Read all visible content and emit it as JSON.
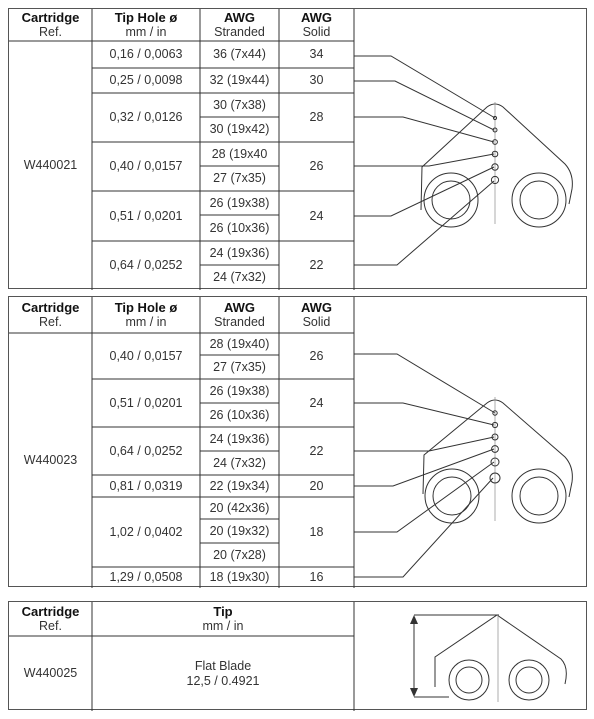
{
  "tables": [
    {
      "headers": {
        "cartridge": {
          "title": "Cartridge",
          "sub": "Ref."
        },
        "tip_hole": {
          "title": "Tip Hole ø",
          "sub": "mm / in"
        },
        "awg_stranded": {
          "title": "AWG",
          "sub": "Stranded"
        },
        "awg_solid": {
          "title": "AWG",
          "sub": "Solid"
        }
      },
      "ref": "W440021",
      "groups": [
        {
          "tip": "0,16 / 0,0063",
          "stranded": [
            "36 (7x44)"
          ],
          "solid": "34"
        },
        {
          "tip": "0,25 / 0,0098",
          "stranded": [
            "32 (19x44)"
          ],
          "solid": "30"
        },
        {
          "tip": "0,32 / 0,0126",
          "stranded": [
            "30 (7x38)",
            "30 (19x42)"
          ],
          "solid": "28"
        },
        {
          "tip": "0,40 / 0,0157",
          "stranded": [
            "28 (19x40",
            "27 (7x35)"
          ],
          "solid": "26"
        },
        {
          "tip": "0,51 / 0,0201",
          "stranded": [
            "26 (19x38)",
            "26 (10x36)"
          ],
          "solid": "24"
        },
        {
          "tip": "0,64 / 0,0252",
          "stranded": [
            "24 (19x36)",
            "24 (7x32)"
          ],
          "solid": "22"
        }
      ]
    },
    {
      "headers": {
        "cartridge": {
          "title": "Cartridge",
          "sub": "Ref."
        },
        "tip_hole": {
          "title": "Tip Hole ø",
          "sub": "mm / in"
        },
        "awg_stranded": {
          "title": "AWG",
          "sub": "Stranded"
        },
        "awg_solid": {
          "title": "AWG",
          "sub": "Solid"
        }
      },
      "ref": "W440023",
      "groups": [
        {
          "tip": "0,40 / 0,0157",
          "stranded": [
            "28 (19x40)",
            "27 (7x35)"
          ],
          "solid": "26"
        },
        {
          "tip": "0,51 / 0,0201",
          "stranded": [
            "26 (19x38)",
            "26 (10x36)"
          ],
          "solid": "24"
        },
        {
          "tip": "0,64 / 0,0252",
          "stranded": [
            "24 (19x36)",
            "24 (7x32)"
          ],
          "solid": "22"
        },
        {
          "tip": "0,81 / 0,0319",
          "stranded": [
            "22 (19x34)"
          ],
          "solid": "20"
        },
        {
          "tip": "1,02 / 0,0402",
          "stranded": [
            "20 (42x36)",
            "20 (19x32)",
            "20 (7x28)"
          ],
          "solid": "18"
        },
        {
          "tip": "1,29 / 0,0508",
          "stranded": [
            "18 (19x30)"
          ],
          "solid": "16"
        }
      ]
    }
  ],
  "table3": {
    "headers": {
      "cartridge": {
        "title": "Cartridge",
        "sub": "Ref."
      },
      "tip": {
        "title": "Tip",
        "sub": "mm / in"
      }
    },
    "ref": "W440025",
    "tip_line1": "Flat Blade",
    "tip_line2": "12,5 / 0.4921"
  },
  "colors": {
    "border": "#555555",
    "text": "#333333",
    "lines": "#333333"
  }
}
